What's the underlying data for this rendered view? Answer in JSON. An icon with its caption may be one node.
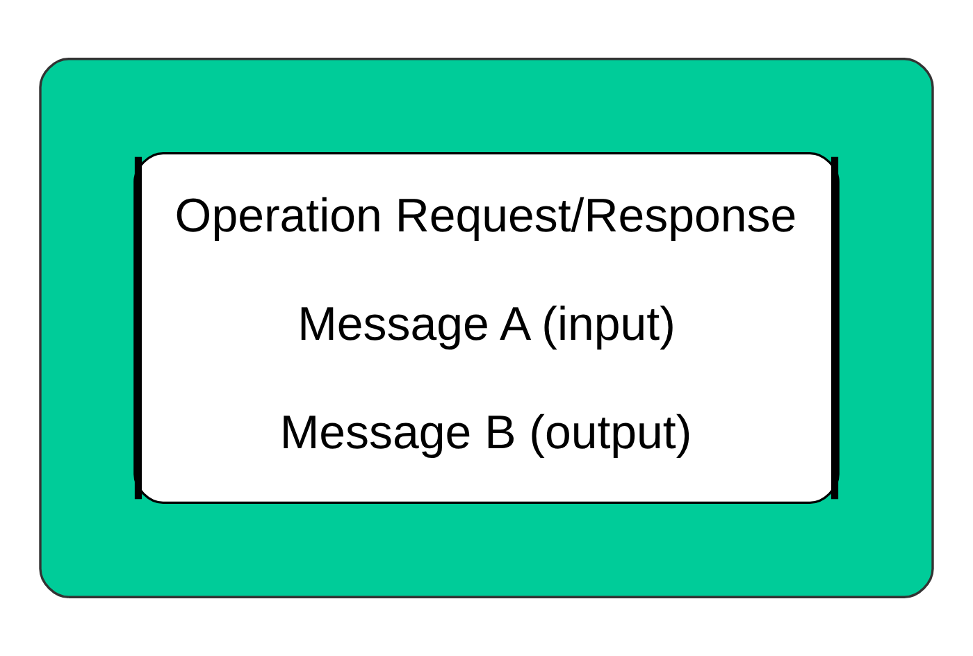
{
  "diagram": {
    "nodes": [
      {
        "text": [],
        "shape": "box"
      },
      {
        "text": [
          "Operation Request/Response",
          "Message A (input)",
          "Message B (output)"
        ],
        "in": 0
      }
    ]
  }
}
